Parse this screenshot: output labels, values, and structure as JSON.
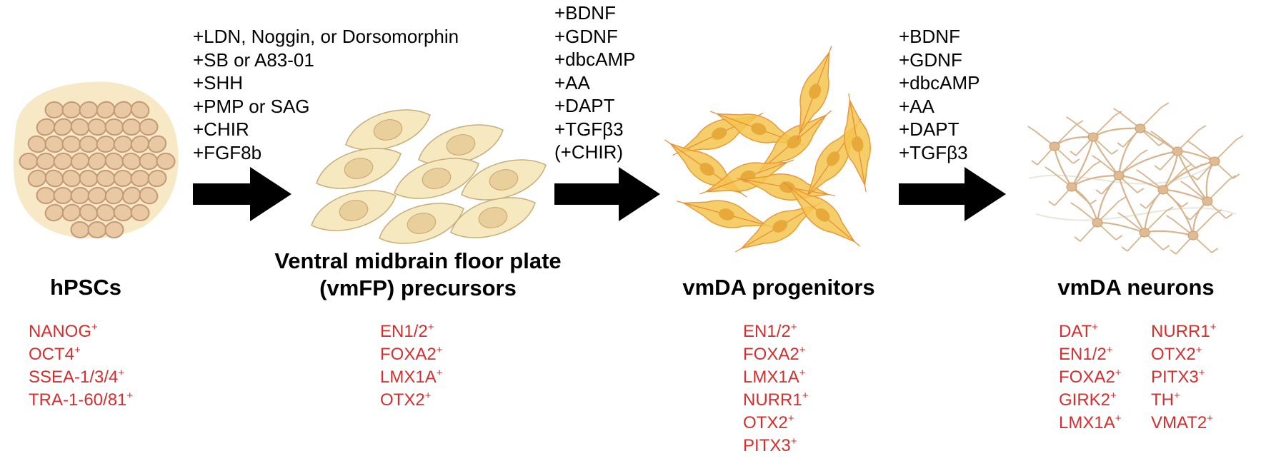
{
  "stages": [
    {
      "id": "hpscs",
      "title_lines": [
        "hPSCs"
      ],
      "markers": [
        [
          "NANOG",
          "+"
        ],
        [
          "OCT4",
          "+"
        ],
        [
          "SSEA-1/3/4",
          "+"
        ],
        [
          "TRA-1-60/81",
          "+"
        ]
      ]
    },
    {
      "id": "vmfp",
      "title_lines": [
        "Ventral midbrain floor plate",
        "(vmFP) precursors"
      ],
      "markers": [
        [
          "EN1/2",
          "+"
        ],
        [
          "FOXA2",
          "+"
        ],
        [
          "LMX1A",
          "+"
        ],
        [
          "OTX2",
          "+"
        ]
      ]
    },
    {
      "id": "progenitors",
      "title_lines": [
        "vmDA progenitors"
      ],
      "markers": [
        [
          "EN1/2",
          "+"
        ],
        [
          "FOXA2",
          "+"
        ],
        [
          "LMX1A",
          "+"
        ],
        [
          "NURR1",
          "+"
        ],
        [
          "OTX2",
          "+"
        ],
        [
          "PITX3",
          "+"
        ]
      ]
    },
    {
      "id": "neurons",
      "title_lines": [
        "vmDA neurons"
      ],
      "markers_col1": [
        [
          "DAT",
          "+"
        ],
        [
          "EN1/2",
          "+"
        ],
        [
          "FOXA2",
          "+"
        ],
        [
          "GIRK2",
          "+"
        ],
        [
          "LMX1A",
          "+"
        ]
      ],
      "markers_col2": [
        [
          "NURR1",
          "+"
        ],
        [
          "OTX2",
          "+"
        ],
        [
          "PITX3",
          "+"
        ],
        [
          "TH",
          "+"
        ],
        [
          "VMAT2",
          "+"
        ]
      ]
    }
  ],
  "transitions": [
    {
      "id": "t1",
      "factors": [
        "+LDN, Noggin, or Dorsomorphin",
        "+SB or A83-01",
        "+SHH",
        "+PMP or SAG",
        "+CHIR",
        "+FGF8b"
      ]
    },
    {
      "id": "t2",
      "factors": [
        "+BDNF",
        "+GDNF",
        "+dbcAMP",
        "+AA",
        "+DAPT",
        "+TGFβ3",
        "(+CHIR)"
      ]
    },
    {
      "id": "t3",
      "factors": [
        "+BDNF",
        "+GDNF",
        "+dbcAMP",
        "+AA",
        "+DAPT",
        "+TGFβ3"
      ]
    }
  ],
  "colors": {
    "marker": "#d32f2f",
    "arrow": "#000000",
    "hpsc_fill": "#e9c9a4",
    "hpsc_bg": "#f7e8c6",
    "fp_fill": "#f6e9bf",
    "prog_fill": "#f4c64f",
    "neuron": "#d8b48e"
  }
}
